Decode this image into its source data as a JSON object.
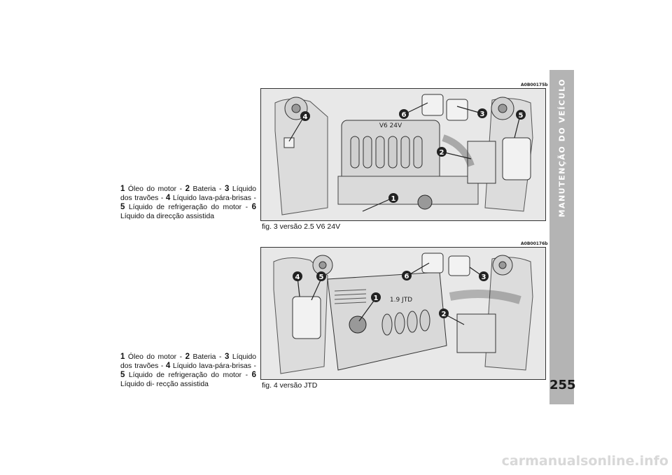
{
  "sidebar": {
    "section_title": "MANUTENÇÃO DO VEÍCULO",
    "page_number": "255"
  },
  "caption1": {
    "n1": "1",
    "t1": " Óleo do motor - ",
    "n2": "2",
    "t2": " Bateria - ",
    "n3": "3",
    "t3": " Líquido dos travões - ",
    "n4": "4",
    "t4": " Líquido lava-pára-brisas - ",
    "n5": "5",
    "t5": " Líquido de refrigeração do motor - ",
    "n6": "6",
    "t6": " Líquido da direcção assistida"
  },
  "caption2": {
    "n1": "1",
    "t1": " Óleo do motor - ",
    "n2": "2",
    "t2": " Bateria - ",
    "n3": "3",
    "t3": " Líquido dos travões - ",
    "n4": "4",
    "t4": " Líquido lava-pára-brisas - ",
    "n5": "5",
    "t5": " Líquido de refrigeração do motor - ",
    "n6": "6",
    "t6": " Líquido di- recção assistida"
  },
  "figure1": {
    "code": "A0B00175b",
    "caption": "fig. 3 versão 2.5 V6 24V",
    "engine_label": "V6  24V",
    "callouts": [
      "1",
      "2",
      "3",
      "4",
      "5",
      "6"
    ]
  },
  "figure2": {
    "code": "A0B00176b",
    "caption": "fig. 4 versão JTD",
    "engine_label": "1.9 JTD",
    "callouts": [
      "1",
      "2",
      "3",
      "4",
      "5",
      "6"
    ]
  },
  "watermark": "carmanualsonline.info"
}
